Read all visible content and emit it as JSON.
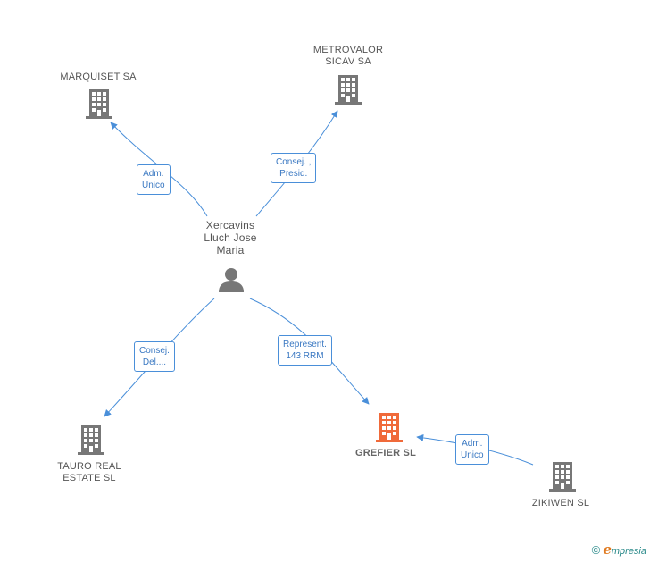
{
  "colors": {
    "building": "#777777",
    "focus_building": "#f06a3a",
    "edge": "#4a8fd9",
    "person": "#777777"
  },
  "nodes": {
    "marquiset": {
      "label": "MARQUISET SA",
      "icon": "building-icon"
    },
    "metrovalor": {
      "label": "METROVALOR\nSICAV SA",
      "icon": "building-icon"
    },
    "person": {
      "label": "Xercavins\nLluch Jose\nMaria",
      "icon": "person-icon"
    },
    "tauro": {
      "label": "TAURO REAL\nESTATE  SL",
      "icon": "building-icon"
    },
    "grefier": {
      "label": "GREFIER SL",
      "icon": "building-icon"
    },
    "zikiwen": {
      "label": "ZIKIWEN SL",
      "icon": "building-icon"
    }
  },
  "edges": {
    "to_marquiset": "Adm.\nUnico",
    "to_metrovalor": "Consej. ,\nPresid.",
    "to_tauro": "Consej.\nDel....",
    "to_grefier": "Represent.\n143 RRM",
    "zikiwen_to_grefier": "Adm.\nUnico"
  },
  "brand": {
    "copyright": "©",
    "name_initial": "e",
    "name_rest": "mpresia"
  }
}
